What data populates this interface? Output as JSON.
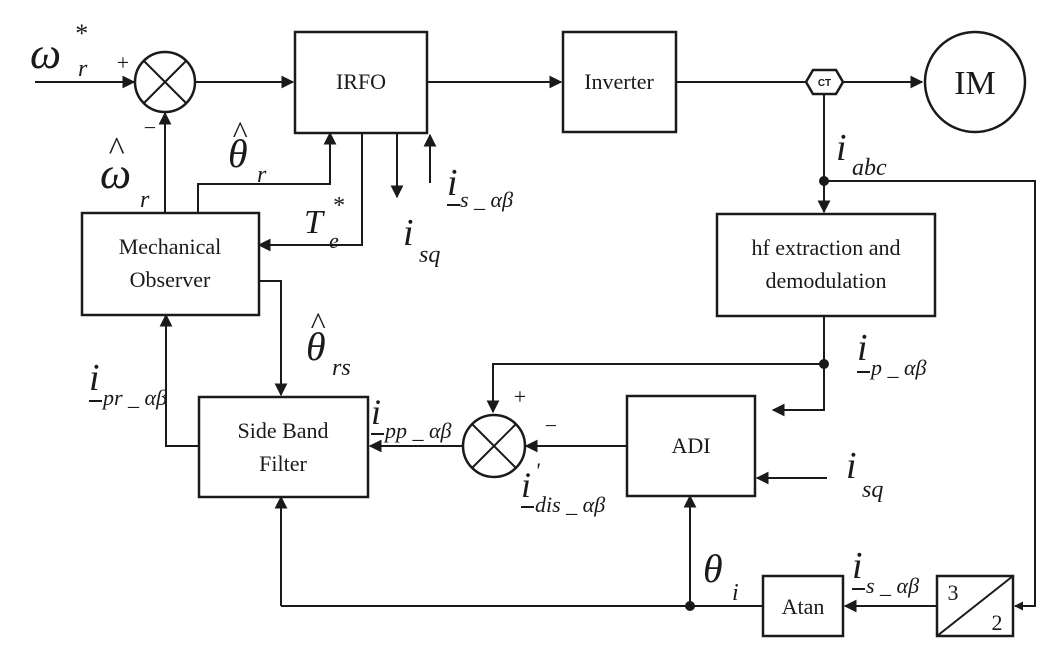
{
  "blocks": {
    "irfo": "IRFO",
    "inverter": "Inverter",
    "im": "IM",
    "ct": "CT",
    "mech_line1": "Mechanical",
    "mech_line2": "Observer",
    "hf_line1": "hf extraction and",
    "hf_line2": "demodulation",
    "adi": "ADI",
    "sbf_line1": "Side Band",
    "sbf_line2": "Filter",
    "atan": "Atan",
    "conv_top": "3",
    "conv_bottom": "2"
  },
  "signals": {
    "omega_ref": {
      "base": "ω",
      "sup": "*",
      "sub": "r"
    },
    "omega_hat": {
      "base": "ω",
      "hat": "^",
      "sub": "r"
    },
    "theta_r_hat": {
      "base": "θ",
      "hat": "^",
      "sub": "r"
    },
    "te_ref": {
      "base": "T",
      "sup": "*",
      "sub": "e"
    },
    "isq_top": {
      "base": "i",
      "sub": "sq"
    },
    "is_ab_top": {
      "base": "i",
      "sub": "s _ αβ"
    },
    "iabc": {
      "base": "i",
      "sub": "abc"
    },
    "ip_ab": {
      "base": "i",
      "sub": "p _ αβ"
    },
    "theta_rs_hat": {
      "base": "θ",
      "hat": "^",
      "sub": "rs"
    },
    "ipr_ab": {
      "base": "i",
      "sub": "pr _ αβ"
    },
    "ipp_ab": {
      "base": "i",
      "sub": "pp _ αβ"
    },
    "idis_ab": {
      "base": "i",
      "sup": "'",
      "sub": "dis _ αβ"
    },
    "isq_right": {
      "base": "i",
      "sub": "sq"
    },
    "theta_i": {
      "base": "θ",
      "sub": "i"
    },
    "is_ab_bottom": {
      "base": "i",
      "sub": "s _ αβ"
    }
  },
  "signs": {
    "sum1_plus": "+",
    "sum1_minus": "−",
    "sum2_plus": "+",
    "sum2_minus": "−"
  }
}
